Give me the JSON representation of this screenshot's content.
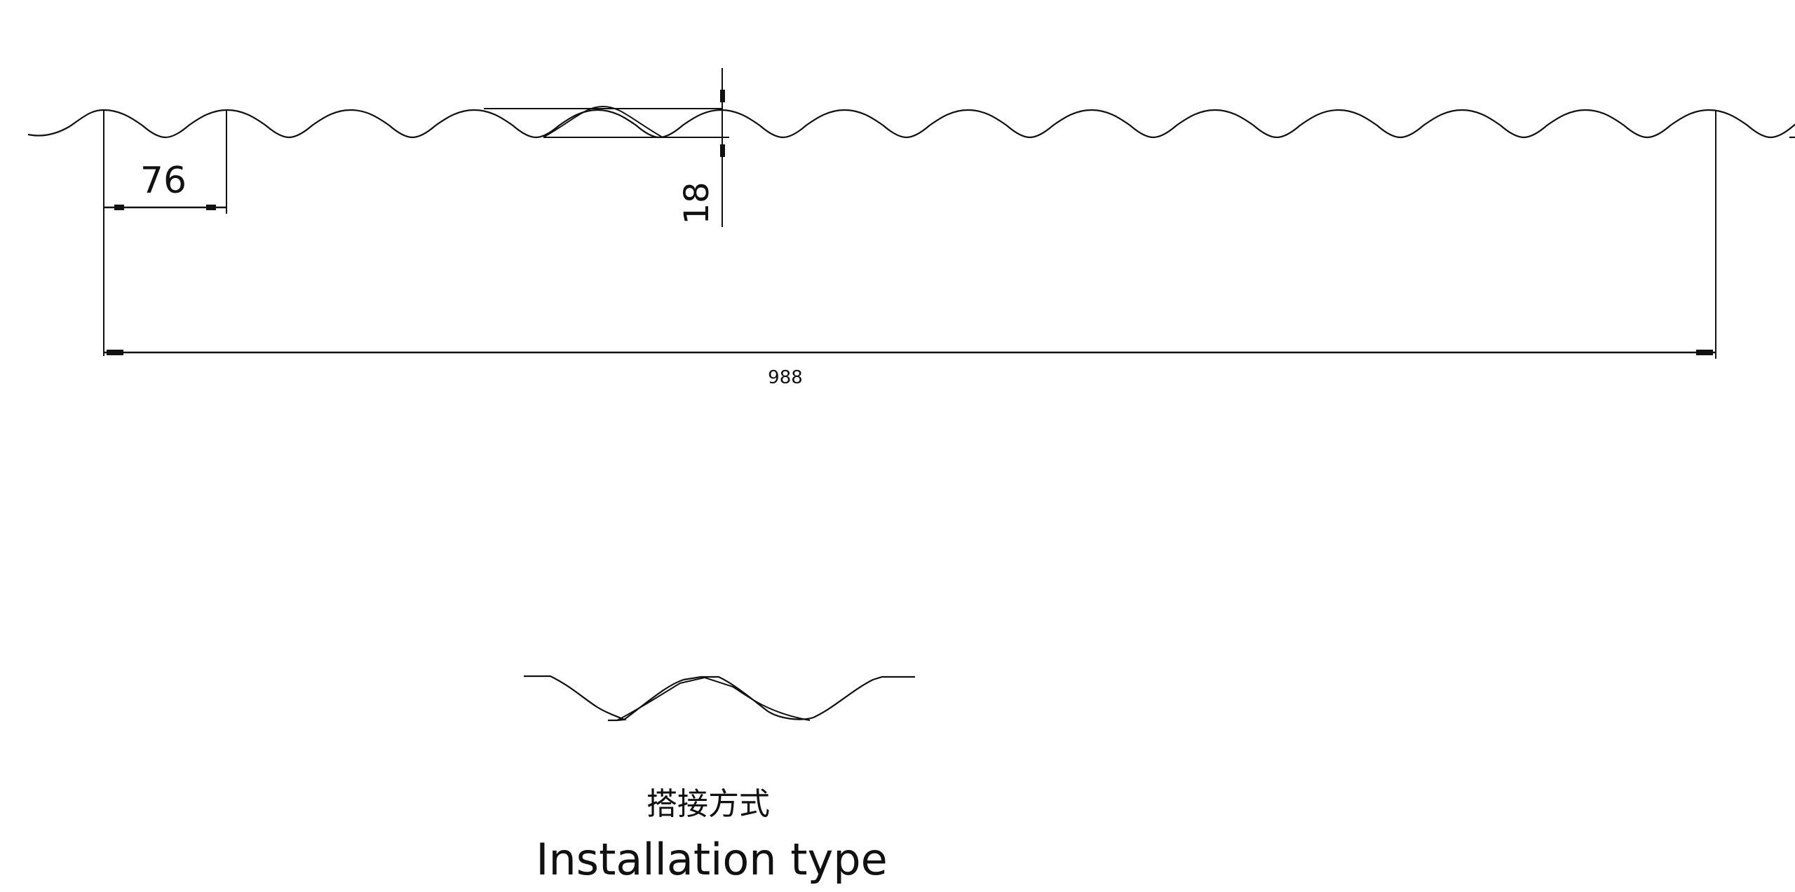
{
  "dimensions": {
    "pitch": "76",
    "height": "18",
    "cover_width": "988"
  },
  "caption": {
    "chinese": "搭接方式",
    "english": "Installation type"
  },
  "colors": {
    "line": "#111111",
    "background": "#ffffff"
  }
}
